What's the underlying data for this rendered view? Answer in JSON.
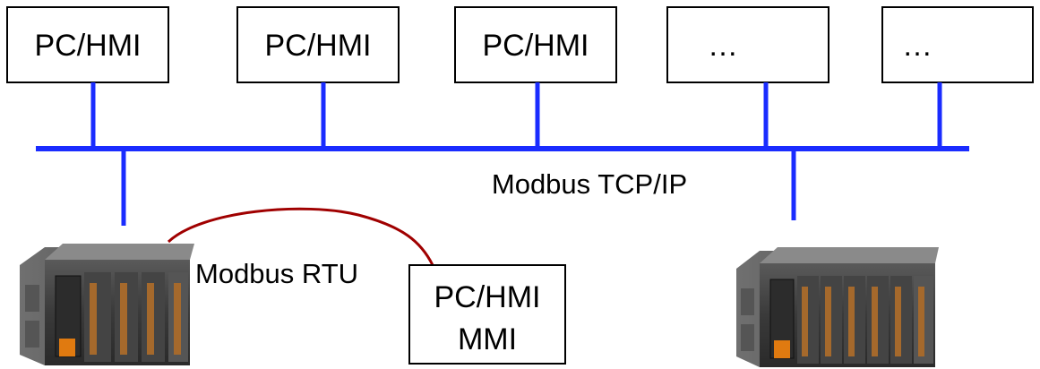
{
  "top_nodes": [
    {
      "label": "PC/HMI"
    },
    {
      "label": "PC/HMI"
    },
    {
      "label": "PC/HMI"
    },
    {
      "label": "…"
    },
    {
      "label": "…"
    }
  ],
  "bus_label": "Modbus TCP/IP",
  "rtu_label": "Modbus RTU",
  "hmi_box": {
    "line1": "PC/HMI",
    "line2": "MMI"
  },
  "colors": {
    "bus": "#1a2cff",
    "rtu_link": "#a00000",
    "box_border": "#000000"
  },
  "icons": [
    "plc-controller-icon",
    "plc-controller-icon"
  ]
}
